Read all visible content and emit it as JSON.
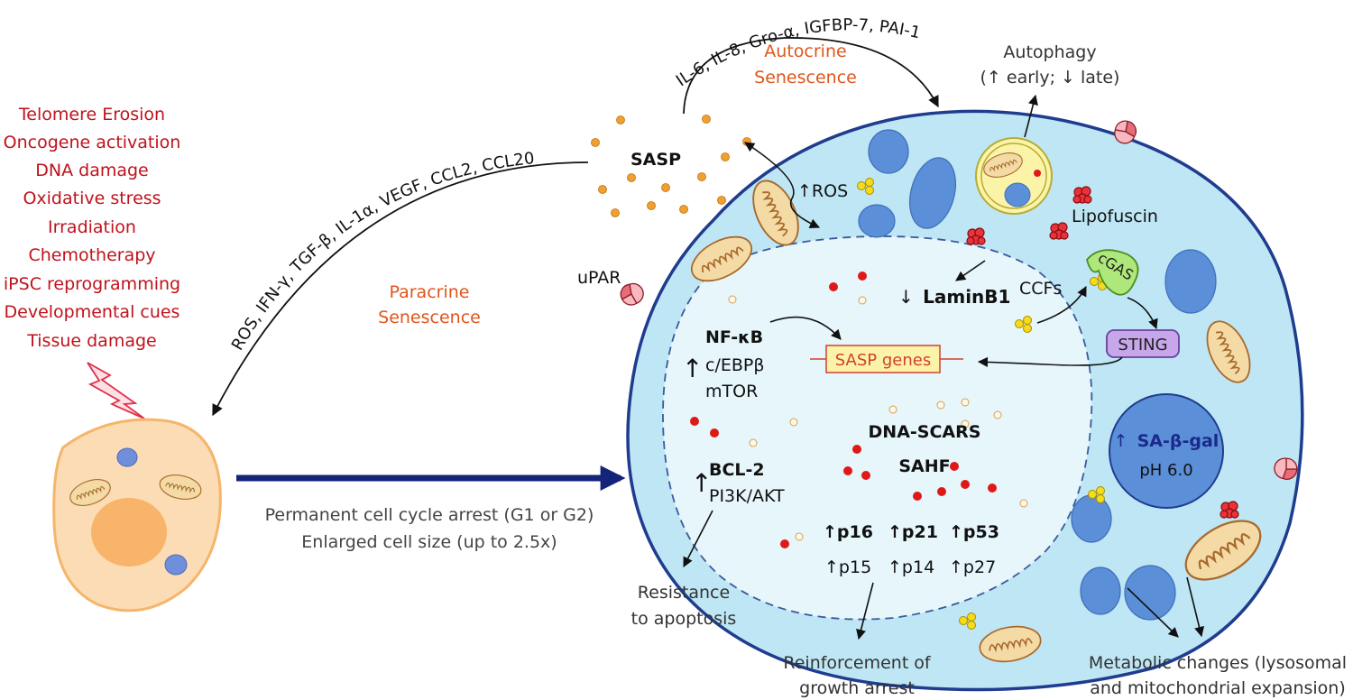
{
  "inducers": [
    "Telomere Erosion",
    "Oncogene activation",
    "DNA damage",
    "Oxidative stress",
    "Irradiation",
    "Chemotherapy",
    "iPSC reprogramming",
    "Developmental cues",
    "Tissue damage"
  ],
  "arrest": {
    "line1": "Permanent cell cycle arrest (G1 or G2)",
    "line2": "Enlarged cell size (up to 2.5x)"
  },
  "sasp": {
    "label": "SASP",
    "paracrine_factors": "ROS, IFN-γ, TGF-β, IL-1α, VEGF, CCL2, CCL20",
    "autocrine_factors": "IL-6, IL-8, Gro-α, IGFBP-7, PAI-1",
    "paracrine_1": "Paracrine",
    "paracrine_2": "Senescence",
    "autocrine_1": "Autocrine",
    "autocrine_2": "Senescence"
  },
  "cell": {
    "autophagy_1": "Autophagy",
    "autophagy_2": "(↑ early; ↓ late)",
    "ros": "↑ROS",
    "lipofuscin": "Lipofuscin",
    "upar": "uPAR",
    "laminb1_arrow": "↓",
    "laminb1": "LaminB1",
    "ccfs": "CCFs",
    "cgas": "cGAS",
    "sting": "STING",
    "sasp_genes": "SASP genes",
    "nfkb_arrow": "↑",
    "nfkb": "NF-κB",
    "cebpb": "c/EBPβ",
    "mtor": "mTOR",
    "bcl2_arrow": "↑",
    "bcl2": "BCL-2",
    "pi3k": "PI3K/AKT",
    "dna_scars": "DNA-SCARS",
    "sahf": "SAHF",
    "p16": "↑p16",
    "p21": "↑p21",
    "p53": "↑p53",
    "p15": "↑p15",
    "p14": "↑p14",
    "p27": "↑p27",
    "sa_arrow": "↑",
    "sa_gal": "SA-β-gal",
    "ph": "pH 6.0"
  },
  "outcomes": {
    "apoptosis_1": "Resistance",
    "apoptosis_2": "to apoptosis",
    "growth_1": "Reinforcement of",
    "growth_2": "growth arrest",
    "metabolic_1": "Metabolic changes (lysosomal",
    "metabolic_2": "and mitochondrial expansion)"
  },
  "colors": {
    "cytoplasm": "#bfe6f4",
    "nucleus": "#e6f6fb",
    "membrane": "#1f3c8f",
    "organelle": "#5b8fd8",
    "mito": "#f4dba6",
    "sasp_dot": "#f0a030",
    "red_dot": "#e01818",
    "young_cell": "#fbdcb4"
  }
}
